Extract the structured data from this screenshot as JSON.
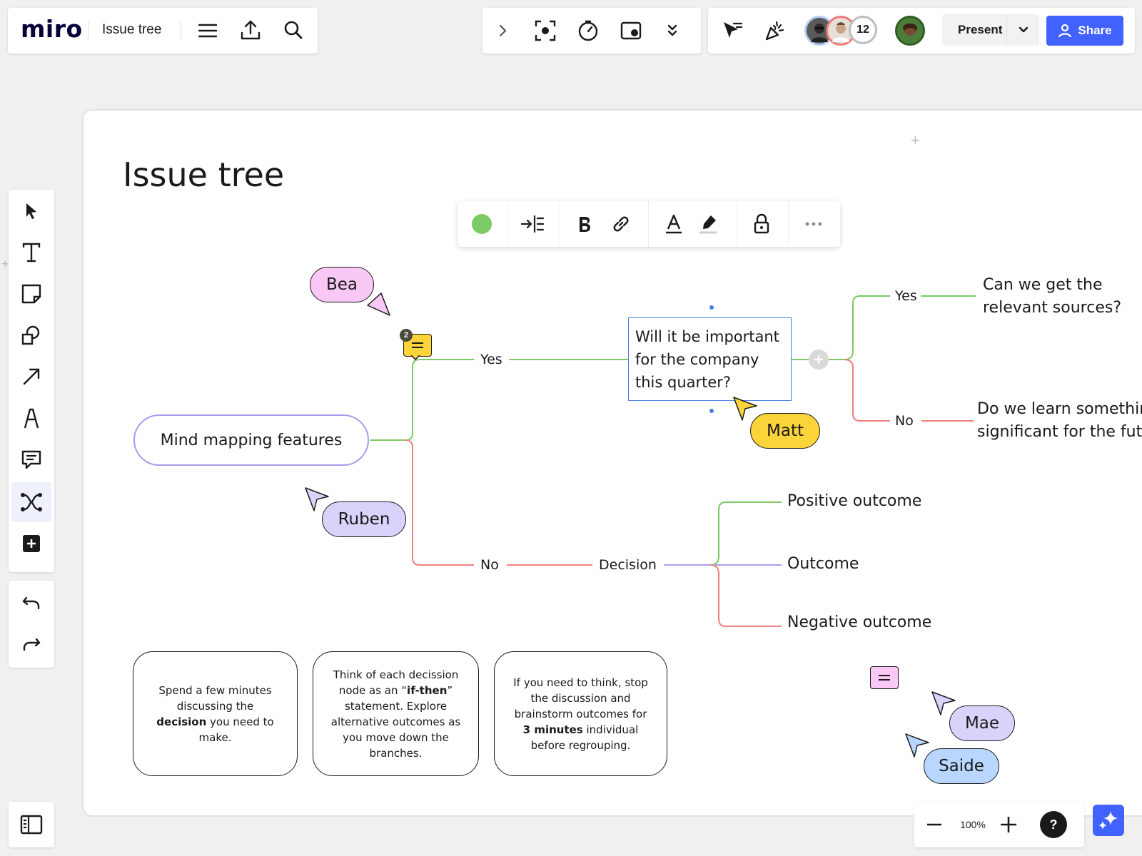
{
  "header": {
    "logo": "miro",
    "board_title": "Issue tree",
    "menu_icon": "hamburger-icon",
    "export_icon": "upload-icon",
    "search_icon": "search-icon"
  },
  "collab": {
    "avatar_count": "12",
    "present_label": "Present",
    "share_label": "Share"
  },
  "frame": {
    "title": "Issue tree"
  },
  "mindmap": {
    "root": "Mind mapping features",
    "yes1": "Yes",
    "no1": "No",
    "question": [
      "Will it be important",
      "for the company",
      "this quarter?"
    ],
    "yes2": "Yes",
    "no2": "No",
    "yes2_text": [
      "Can we get the",
      "relevant sources?"
    ],
    "no2_text": [
      "Do we learn somethin",
      "significant for the futu"
    ],
    "decision": "Decision",
    "positive": "Positive outcome",
    "outcome": "Outcome",
    "negative": "Negative outcome",
    "comment_count": "2"
  },
  "cursors": {
    "bea": "Bea",
    "matt": "Matt",
    "ruben": "Ruben",
    "mae": "Mae",
    "saide": "Saide"
  },
  "cards": {
    "card1": {
      "pre": "Spend a few minutes discussing the ",
      "bold": "decision",
      "post": " you need to make."
    },
    "card2": {
      "pre": "Think of each decission node as an “",
      "bold": "if-then",
      "post": "” statement. Explore alternative outcomes as you move down the branches."
    },
    "card3": {
      "pre": "If you need to think, stop the discussion and brainstorm outcomes for ",
      "bold": "3 minutes",
      "post": " individual before regrouping."
    }
  },
  "zoom": {
    "level": "100%",
    "help": "?"
  },
  "colors": {
    "accent": "#4262ff",
    "green": "#7ccb66",
    "red": "#f08080",
    "purple": "#a79ef0",
    "bea": "#f9c8f5",
    "matt": "#fbd43a",
    "ruben": "#d9d3fb",
    "mae": "#d9d3fb",
    "saide": "#b8d6ff"
  }
}
